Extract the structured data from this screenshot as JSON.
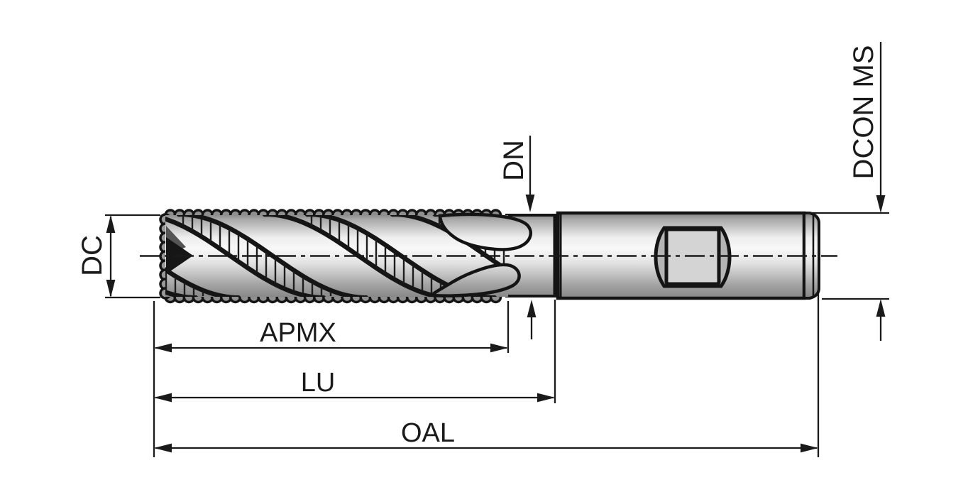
{
  "drawing": {
    "labels": {
      "dc": "DC",
      "dn": "DN",
      "dcon": "DCON MS",
      "apmx": "APMX",
      "lu": "LU",
      "oal": "OAL"
    },
    "colors": {
      "background": "#ffffff",
      "line": "#1a1a1a",
      "outline": "#141414",
      "metal_dark": "#6e6e6e",
      "metal_mid": "#c9c9c9",
      "metal_light": "#f8f8f8",
      "flat_lens": "#b5b5b5",
      "flat_face": "#d4d4d4"
    }
  }
}
